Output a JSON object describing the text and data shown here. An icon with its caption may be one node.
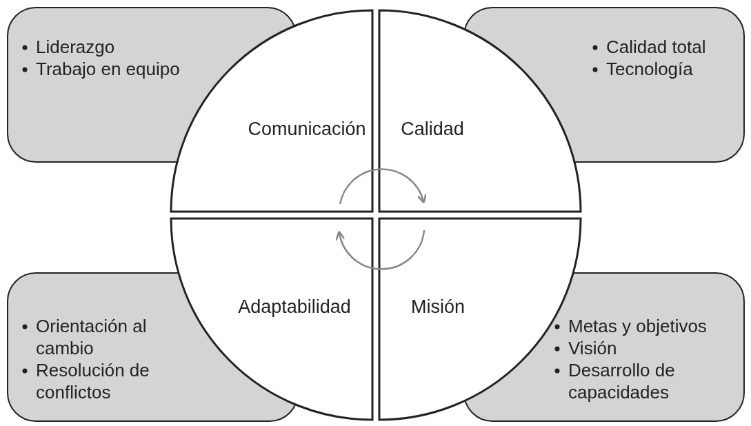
{
  "diagram": {
    "nodes": [
      {
        "text": [
          "Liderazgo",
          "Trabajo en equipo"
        ]
      },
      {
        "text": [
          "Comunicación"
        ]
      },
      {
        "text": [
          "Calidad"
        ]
      },
      {
        "text": [
          "Calidad total",
          "Tecnología"
        ]
      },
      {
        "text": [
          "Orientación al cambio",
          "Resolución de conflictos"
        ]
      },
      {
        "text": [
          "Adaptabilidad"
        ]
      },
      {
        "text": [
          "Misión"
        ]
      },
      {
        "text": [
          "Metas y objetivos",
          "Visión",
          "Desarrollo de capacidades"
        ]
      }
    ],
    "edges": [
      {
        "from": 1,
        "to": 2,
        "arrow": "to"
      },
      {
        "from": 6,
        "to": 5,
        "arrow": "to"
      }
    ]
  }
}
